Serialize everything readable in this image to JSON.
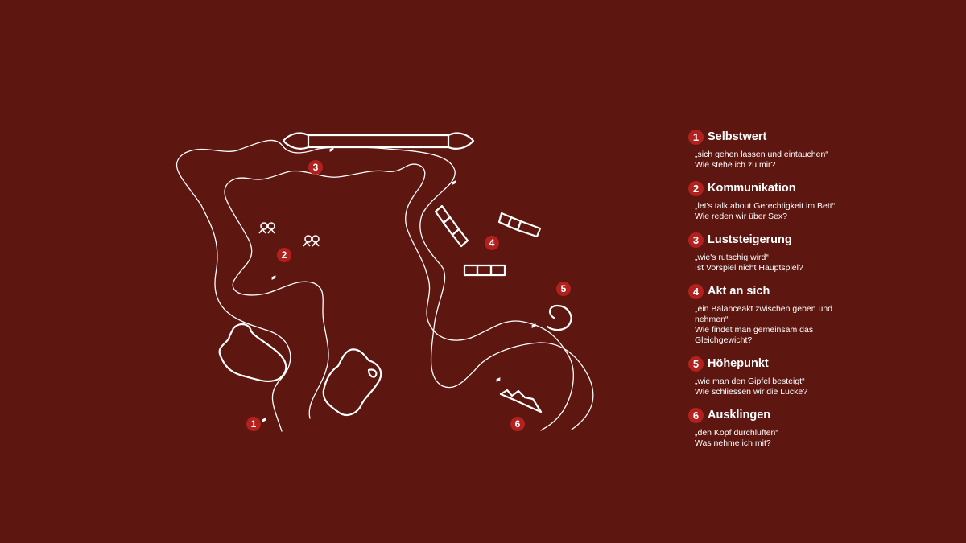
{
  "legend": [
    {
      "num": "1",
      "title": "Selbstwert",
      "quote": "„sich gehen lassen und eintauchen“",
      "question": "Wie stehe ich zu mir?"
    },
    {
      "num": "2",
      "title": "Kommunikation",
      "quote": "„let's talk about Gerechtigkeit im Bett“",
      "question": "Wie reden wir über Sex?"
    },
    {
      "num": "3",
      "title": "Luststeigerung",
      "quote": "„wie's rutschig wird“",
      "question": "Ist Vorspiel nicht Hauptspiel?"
    },
    {
      "num": "4",
      "title": "Akt an sich",
      "quote": "„ein Balanceakt zwischen geben und nehmen“",
      "question": "Wie findet man gemeinsam das Gleichgewicht?"
    },
    {
      "num": "5",
      "title": "Höhepunkt",
      "quote": "„wie man den Gipfel besteigt“",
      "question": "Wie schliessen wir die Lücke?"
    },
    {
      "num": "6",
      "title": "Ausklingen",
      "quote": "„den Kopf durchlüften“",
      "question": "Was nehme ich mit?"
    }
  ],
  "map_markers": [
    "1",
    "2",
    "3",
    "4",
    "5",
    "6"
  ],
  "colors": {
    "background": "#5e1610",
    "accent": "#b3211f",
    "line": "#ffffff"
  }
}
